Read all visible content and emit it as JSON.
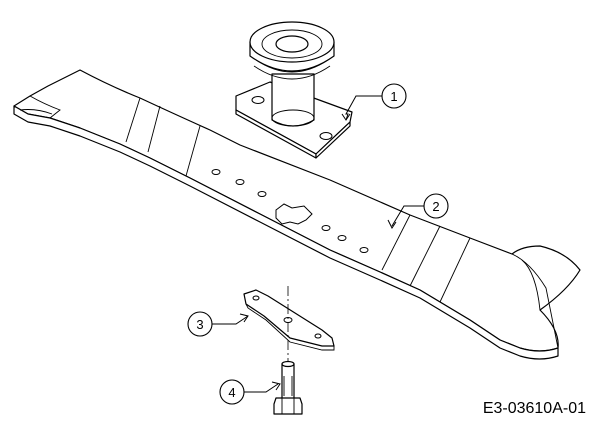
{
  "callouts": [
    {
      "id": "1",
      "name": "pulley-spindle"
    },
    {
      "id": "2",
      "name": "blade"
    },
    {
      "id": "3",
      "name": "blade-adapter"
    },
    {
      "id": "4",
      "name": "bolt"
    }
  ],
  "drawing_code": "E3-03610A-01"
}
